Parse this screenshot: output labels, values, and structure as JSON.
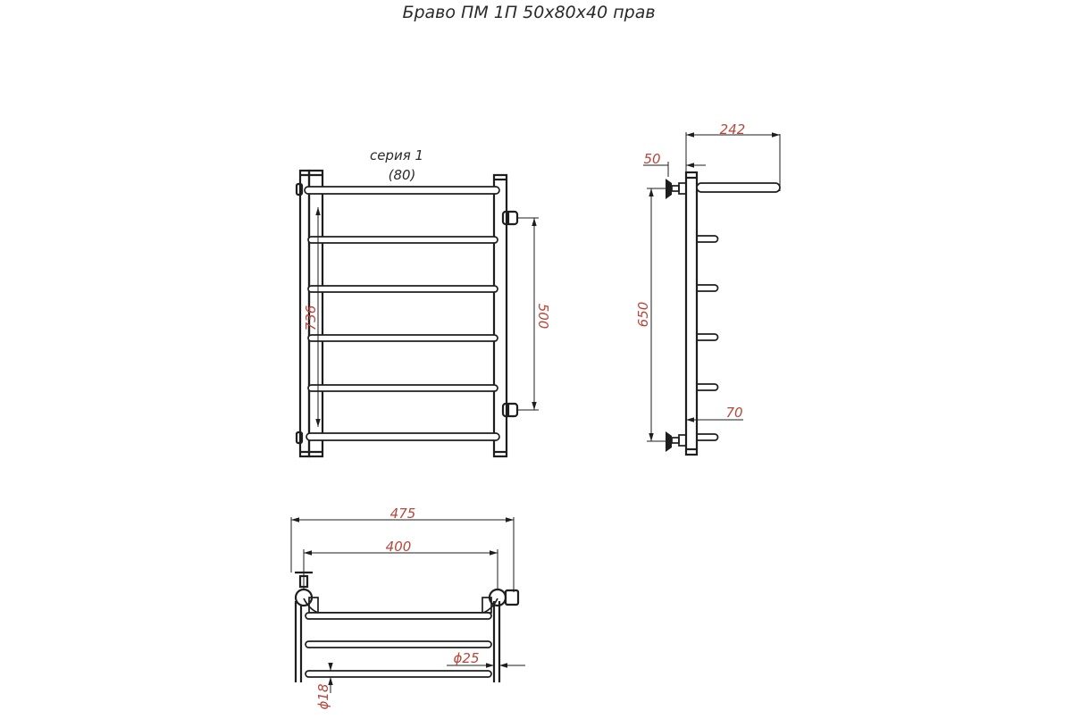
{
  "title": "Браво ПМ 1П 50х80х40 прав",
  "series_label": "серия 1",
  "series_sub": "(80)",
  "dimensions": {
    "height_total": "736",
    "connection_spacing": "500",
    "side_width": "242",
    "wall_offset": "50",
    "side_height": "650",
    "bottom_offset": "70",
    "width_total": "475",
    "width_inner": "400",
    "pipe_diameter": "ϕ25",
    "rung_diameter": "ϕ18"
  },
  "colors": {
    "dimension_text": "#b8463a",
    "lines": "#1e1e1e"
  }
}
